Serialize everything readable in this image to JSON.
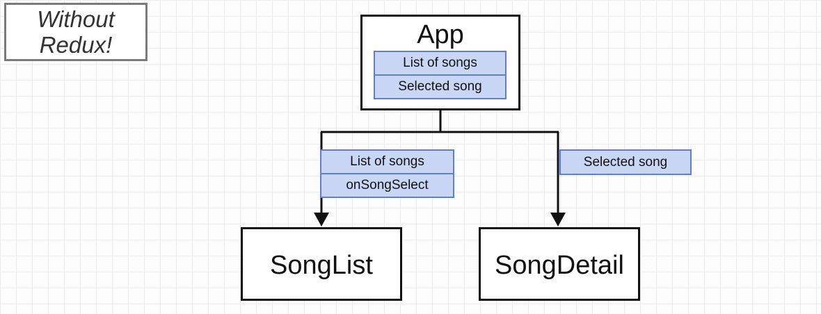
{
  "note": {
    "line1": "Without",
    "line2": "Redux!"
  },
  "components": {
    "app": {
      "title": "App",
      "state": [
        "List of songs",
        "Selected song"
      ]
    },
    "song_list": {
      "title": "SongList",
      "props": [
        "List of songs",
        "onSongSelect"
      ]
    },
    "song_detail": {
      "title": "SongDetail",
      "props": [
        "Selected song"
      ]
    }
  },
  "colors": {
    "box_border": "#111111",
    "prop_fill": "#c9d6f5",
    "prop_border": "#5e7fcc",
    "note_border": "#7a7a7a",
    "grid_line": "#ececec"
  }
}
